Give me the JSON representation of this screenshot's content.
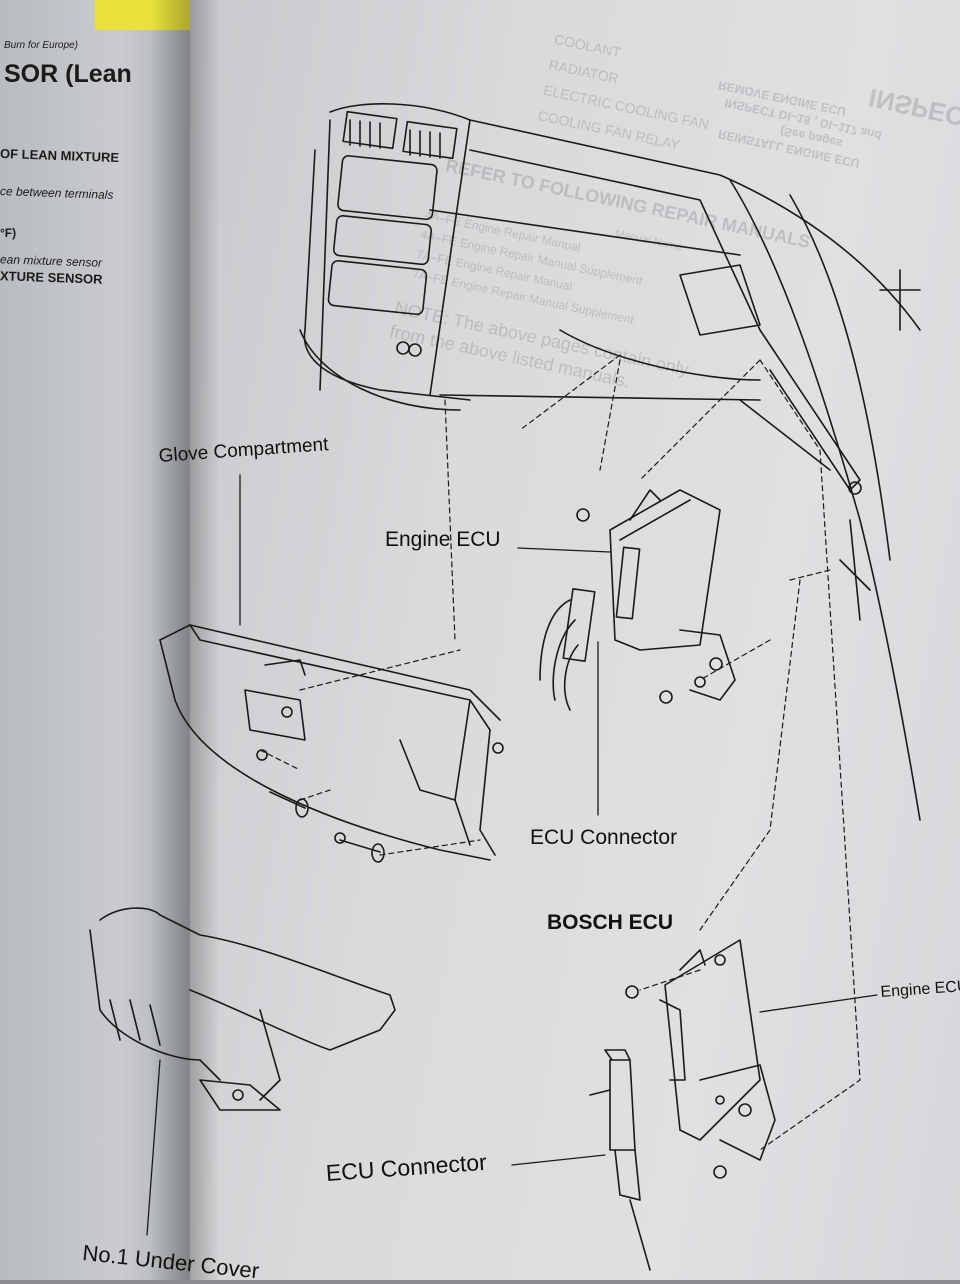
{
  "left_page": {
    "header": "Burn for Europe)",
    "title": "SOR (Lean",
    "lines": [
      "OF LEAN MIXTURE",
      "ce between terminals",
      "°F)",
      "ean mixture sensor",
      "XTURE SENSOR"
    ]
  },
  "bleed_through": {
    "heading": "INSPEC",
    "lines": [
      "REMOVE ENGINE ECU",
      "INSPECT DI–18 , DI–117 and",
      "(See pages",
      "REINSTALL ENGINE ECU",
      "COOLANT",
      "RADIATOR",
      "ELECTRIC COOLING FAN",
      "COOLING FAN RELAY",
      "REFER TO FOLLOWING REPAIR MANUALS",
      "Manual Name",
      "4A–FE Engine Repair Manual",
      "4A–FE Engine Repair Manual Supplement",
      "7A–FE Engine Repair Manual",
      "7A–FE Engine Repair Manual Supplement",
      "NOTE: The above pages contain only",
      "from the above listed manuals."
    ]
  },
  "diagram": {
    "labels": {
      "glove_compartment": "Glove Compartment",
      "engine_ecu_top": "Engine ECU",
      "ecu_connector_top": "ECU Connector",
      "bosch_ecu": "BOSCH ECU",
      "engine_ecu_bottom": "Engine ECU",
      "ecu_connector_bottom": "ECU Connector",
      "under_cover": "No.1 Under Cover"
    }
  }
}
